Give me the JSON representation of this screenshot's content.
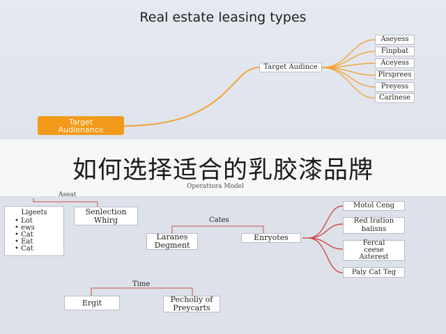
{
  "top": {
    "title": "Real estate leasing types",
    "root_label": "Target\nAudienance",
    "hub_label": "Target Audince",
    "leaves": [
      "Aseyess",
      "Finpbat",
      "Aceyess",
      "Plrsprees",
      "Preyess",
      "Carlnese"
    ]
  },
  "banner": {
    "text": "如何选择适合的乳胶漆品牌"
  },
  "bottom": {
    "center_label": "Operattora Model",
    "asset_label": "Aseat",
    "list_box": {
      "header": "Ligeets",
      "items": [
        "Lot",
        "ews",
        "Cat",
        "Eat",
        "Cat"
      ]
    },
    "selection_box": "Senlection\nWhirg",
    "cates_label": "Cates",
    "cates_left": "Laranes\nDegment",
    "cates_right": "Enryotes",
    "right_boxes": [
      "Motol Ceng",
      "Red Iration\nbalisns",
      "Fercal\nceese\nAsterest",
      "Paly Cat Teg"
    ],
    "time_label": "Time",
    "time_left": "Ergit",
    "time_right": "Pecholiy of\nPreycarts"
  },
  "colors": {
    "orange": "#f39a1a",
    "curve": "#f0a43a",
    "red_line": "#cf4b4b",
    "background": "#e3e7ef"
  }
}
